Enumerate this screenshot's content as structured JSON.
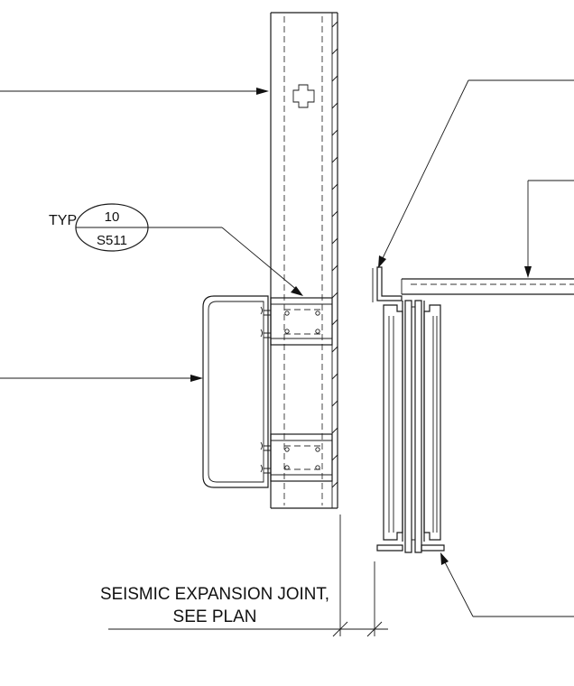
{
  "detail_callout": {
    "prefix": "TYP",
    "detail_number": "10",
    "sheet": "S511"
  },
  "notes": {
    "expansion_joint_line1": "SEISMIC EXPANSION JOINT,",
    "expansion_joint_line2": "SEE PLAN"
  }
}
